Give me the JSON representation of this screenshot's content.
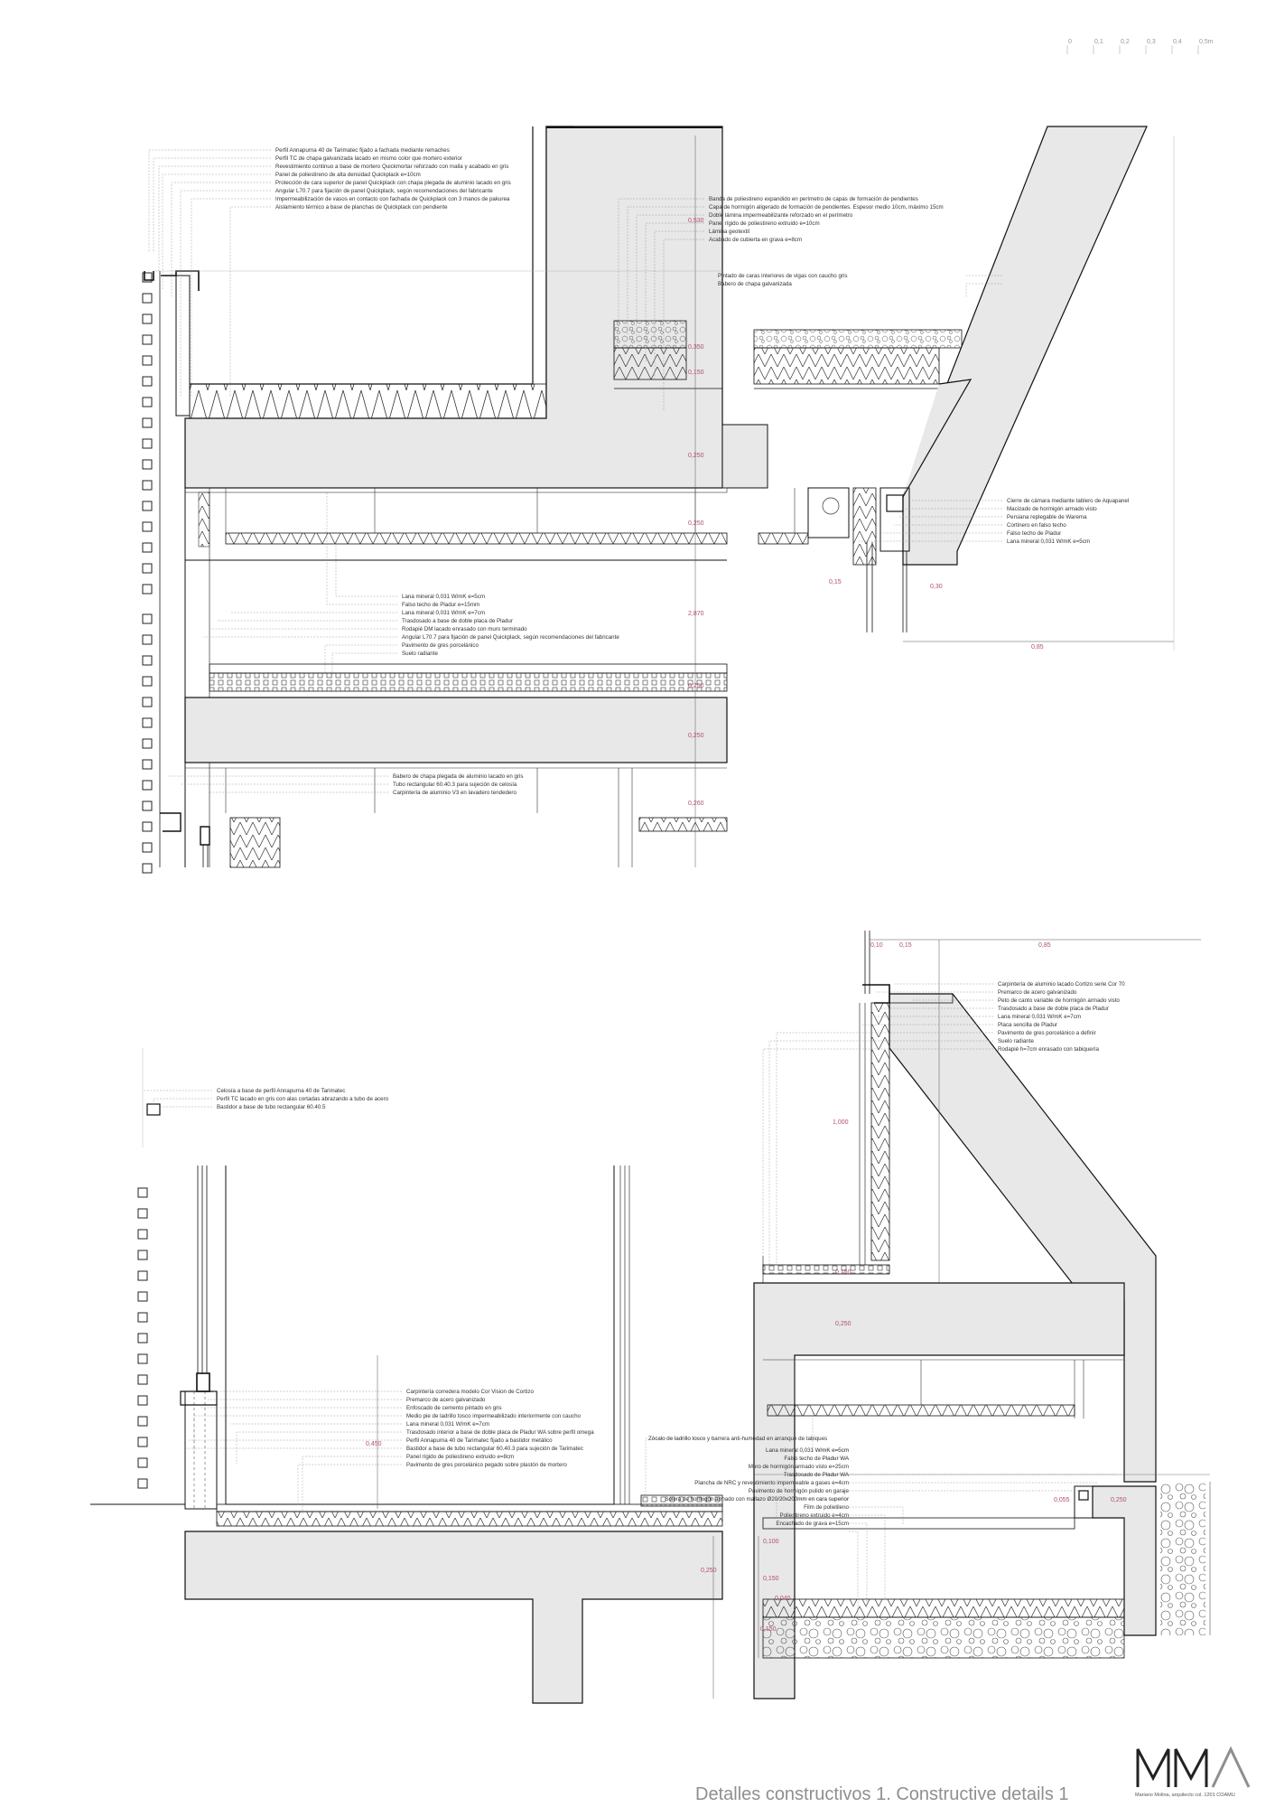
{
  "title": "Detalles constructivos 1. Constructive details 1",
  "logo": {
    "mark": "MMA",
    "caption": "Mariano Molina, arquitecto col. 1201 COAMU"
  },
  "scale_bar": [
    "0",
    "0,1",
    "0,2",
    "0,3",
    "0,4",
    "0,5m"
  ],
  "detail1": {
    "notes_left": [
      "Perfil Annapurna 40 de Tarimatec fijado a fachada mediante remaches",
      "Perfil TC de chapa galvanizada lacado en mismo color que mortero exterior",
      "Revestimiento continuo a base de mortero Quickmortar reforzado con malla y acabado en gris",
      "Panel de poliestireno de alta densidad Quickplack e=10cm",
      "Protección de cara superior de panel Quickplack con chapa plegada de aluminio lacado en gris",
      "Angular L70.7 para fijación de panel Quickplack, según recomendaciones del fabricante",
      "Impermeabilización de vasos en contacto con fachada de Quickplack con 3 manos de pakurea",
      "Aislamiento térmico a base de planchas de Quickplack con pendiente"
    ],
    "notes_roof": [
      "Banda de poliestireno expandido en perímetro de capas de formación de pendientes",
      "Capa de hormigón aligerado de formación de pendientes. Espesor medio 10cm, máximo 15cm",
      "Doble lámina impermeabilizante reforzado en el perímetro",
      "Panel rígido de poliestireno extruido e=10cm",
      "Lámina geotextil",
      "Acabado de cubierta en grava e=8cm"
    ],
    "notes_beam": [
      "Pintado de caras interiores de vigas con caucho gris",
      "Babero de chapa galvanizada"
    ],
    "notes_window": [
      "Cierre de cámara mediante tablero de Aquapanel",
      "Macizado de hormigón armado visto",
      "Persiana replegable de Warema",
      "Cortinero en falso techo",
      "Falso techo de Pladur",
      "Lana mineral 0,031 W/mK e=5cm"
    ],
    "notes_floor": [
      "Lana mineral 0,031 W/mK e=5cm",
      "Falso techo de Pladur e=15mm",
      "Lana mineral 0,031 W/mK e=7cm",
      "Trasdosado a base de doble placa de Pladur",
      "Rodapié DM lacado enrasado con muro terminado",
      "Angular L70.7 para fijación de panel Quickplack, según recomendaciones del fabricante",
      "Pavimento de gres porcelánico",
      "Suelo radiante"
    ],
    "notes_lower": [
      "Babero de chapa plegada de aluminio lacado en gris",
      "Tubo rectangular 60.40.3 para sujeción de celosía",
      "Carpintería de aluminio V3 en lavadero tendedero"
    ],
    "dims": [
      "0,530",
      "0,350",
      "0,250",
      "0,250",
      "2,870",
      "0,250",
      "0,250",
      "0,260",
      "0,150",
      "0,15",
      "0,30",
      "0,85"
    ]
  },
  "detail2": {
    "notes_top": [
      "Celosía a base de perfil Annapurna 40 de Tarimatec",
      "Perfil TC lacado en gris con alas cortadas abrazando a tubo de acero",
      "Bastidor a base de tubo rectangular 60.40.5"
    ],
    "notes_mid": [
      "Carpintería corredera modelo Cor Vision de Cortizo",
      "Premarco de acero galvanizado",
      "Enfoscado de cemento pintado en gris",
      "Medio pie de ladrillo tosco impermeabilizado interiormente con caucho",
      "Lana mineral 0,031 W/mK e=7cm",
      "Trasdosado interior a base de doble placa de Pladur WA sobre perfil omega",
      "Perfil Annapurna 40 de Tarimatec fijado a bastidor metálico",
      "Bastidor a base de tubo rectangular 60.40.3 para sujeción de Tarimatec",
      "Panel rígido de poliestireno extruido e=8cm",
      "Pavimento de gres porcelánico pegado sobre plastón de mortero"
    ],
    "notes_top_right": [
      "Carpintería de aluminio lacado Cortizo serie Cor 70",
      "Premarco de acero galvanizado",
      "Peto de canto variable de hormigón armado visto",
      "Trasdosado a base de doble placa de Pladur",
      "Lana mineral 0,031 W/mK e=7cm",
      "Placa sencilla de Pladur",
      "Pavimento de gres porcelánico a definir",
      "Suelo radiante",
      "Rodapié h=7cm enrasado con tabiquería"
    ],
    "notes_bottom": [
      "Zócalo de ladrillo tosco y barrera anti-humedad en arranque de tabiques",
      "Lana mineral 0,031 W/mK e=5cm",
      "Falso techo de Pladur WA",
      "Muro de hormigón armado visto e=25cm",
      "Trasdosado de Pladur WA",
      "Plancha de NRC y revestimiento impermeable a gases e=4cm",
      "Pavimento de hormigón pulido en garaje",
      "Solera de hormigón armado con mallazo Ø20/20x200mm en cara superior",
      "Film de polietileno",
      "Poliestireno extruido e=4cm",
      "Encachado de grava e=15cm"
    ],
    "dims": [
      "0,10",
      "0,15",
      "0,85",
      "1,000",
      "0,150",
      "0,250",
      "0,450",
      "0,055",
      "0,250",
      "0,100",
      "0,150",
      "0,040",
      "0,150",
      "0,250"
    ]
  }
}
